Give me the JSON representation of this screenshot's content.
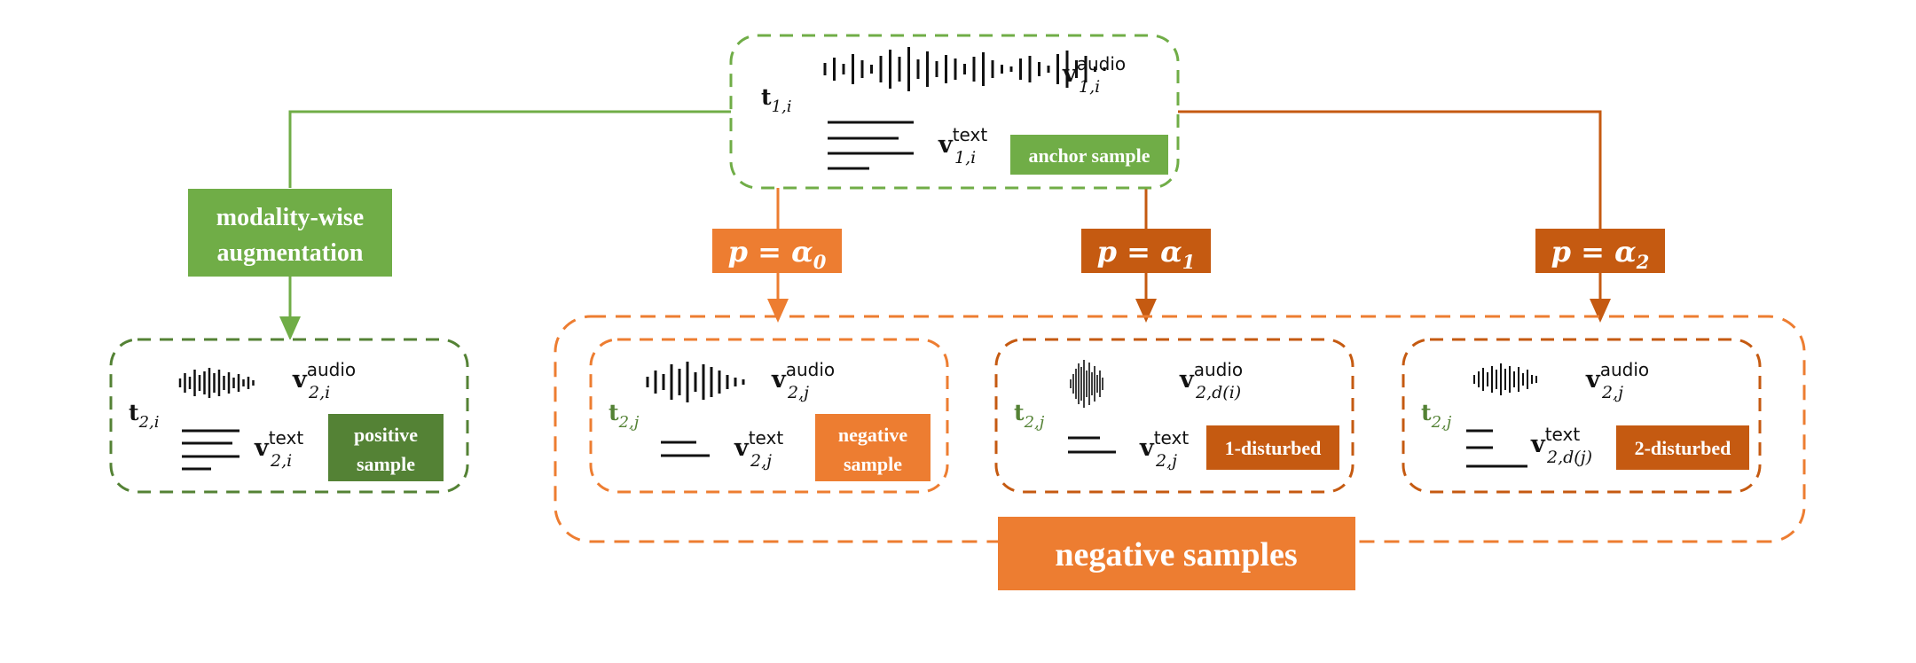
{
  "colors": {
    "green_light": "#70ad47",
    "green_dark": "#548235",
    "orange_light": "#ed7d31",
    "orange_dark": "#c55a11",
    "ink": "#111111"
  },
  "anchor": {
    "t": "t",
    "t_sub": "1,i",
    "v_audio": "v",
    "v_audio_sup": "audio",
    "v_audio_sub": "1,i",
    "v_text": "v",
    "v_text_sup": "text",
    "v_text_sub": "1,i",
    "tag": "anchor sample"
  },
  "augmentation": {
    "line1": "modality-wise",
    "line2": "augmentation"
  },
  "probs": [
    {
      "p": "p = α",
      "sub": "0"
    },
    {
      "p": "p = α",
      "sub": "1"
    },
    {
      "p": "p = α",
      "sub": "2"
    }
  ],
  "positive": {
    "t": "t",
    "t_sub": "2,i",
    "v_audio": "v",
    "v_audio_sup": "audio",
    "v_audio_sub": "2,i",
    "v_text": "v",
    "v_text_sup": "text",
    "v_text_sub": "2,i",
    "tag_line1": "positive",
    "tag_line2": "sample"
  },
  "neg0": {
    "t": "t",
    "t_sub": "2,j",
    "v_audio": "v",
    "v_audio_sup": "audio",
    "v_audio_sub": "2,j",
    "v_text": "v",
    "v_text_sup": "text",
    "v_text_sub": "2,j",
    "tag_line1": "negative",
    "tag_line2": "sample"
  },
  "neg1": {
    "t": "t",
    "t_sub": "2,j",
    "v_audio": "v",
    "v_audio_sup": "audio",
    "v_audio_sub": "2,d(i)",
    "v_text": "v",
    "v_text_sup": "text",
    "v_text_sub": "2,j",
    "tag": "1-disturbed"
  },
  "neg2": {
    "t": "t",
    "t_sub": "2,j",
    "v_audio": "v",
    "v_audio_sup": "audio",
    "v_audio_sub": "2,j",
    "v_text": "v",
    "v_text_sup": "text",
    "v_text_sub": "2,d(j)",
    "tag": "2-disturbed"
  },
  "negatives_label": "negative samples"
}
